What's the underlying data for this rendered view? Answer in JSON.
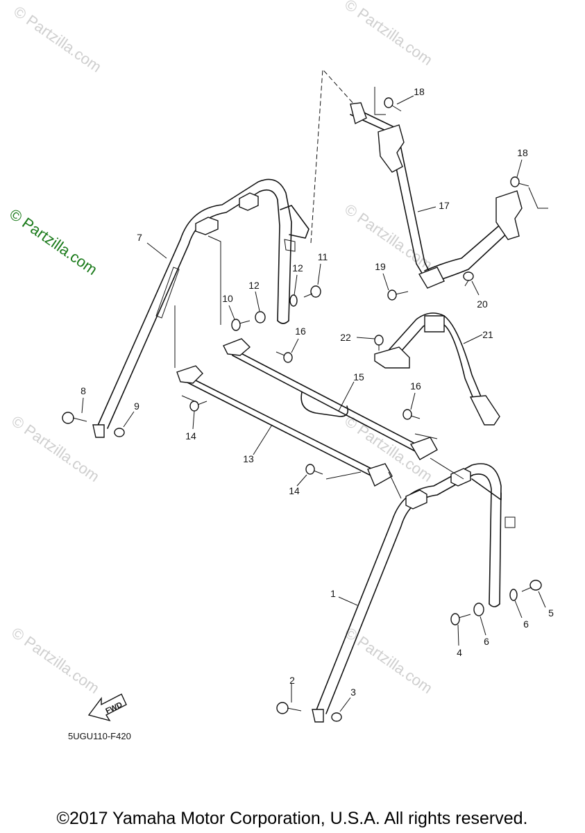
{
  "diagram": {
    "drawing_code": "5UGU110-F420",
    "fwd_label": "FWD",
    "copyright": "©2017 Yamaha Motor Corporation, U.S.A. All rights reserved.",
    "watermark": "© Partzilla.com",
    "callouts": [
      {
        "id": "c1",
        "label": "1"
      },
      {
        "id": "c2",
        "label": "2"
      },
      {
        "id": "c3",
        "label": "3"
      },
      {
        "id": "c4",
        "label": "4"
      },
      {
        "id": "c5",
        "label": "5"
      },
      {
        "id": "c6a",
        "label": "6"
      },
      {
        "id": "c6b",
        "label": "6"
      },
      {
        "id": "c7",
        "label": "7"
      },
      {
        "id": "c8",
        "label": "8"
      },
      {
        "id": "c9",
        "label": "9"
      },
      {
        "id": "c10",
        "label": "10"
      },
      {
        "id": "c11",
        "label": "11"
      },
      {
        "id": "c12a",
        "label": "12"
      },
      {
        "id": "c12b",
        "label": "12"
      },
      {
        "id": "c13",
        "label": "13"
      },
      {
        "id": "c14a",
        "label": "14"
      },
      {
        "id": "c14b",
        "label": "14"
      },
      {
        "id": "c15",
        "label": "15"
      },
      {
        "id": "c16a",
        "label": "16"
      },
      {
        "id": "c16b",
        "label": "16"
      },
      {
        "id": "c17",
        "label": "17"
      },
      {
        "id": "c18a",
        "label": "18"
      },
      {
        "id": "c18b",
        "label": "18"
      },
      {
        "id": "c19",
        "label": "19"
      },
      {
        "id": "c20",
        "label": "20"
      },
      {
        "id": "c21",
        "label": "21"
      },
      {
        "id": "c22",
        "label": "22"
      }
    ]
  }
}
